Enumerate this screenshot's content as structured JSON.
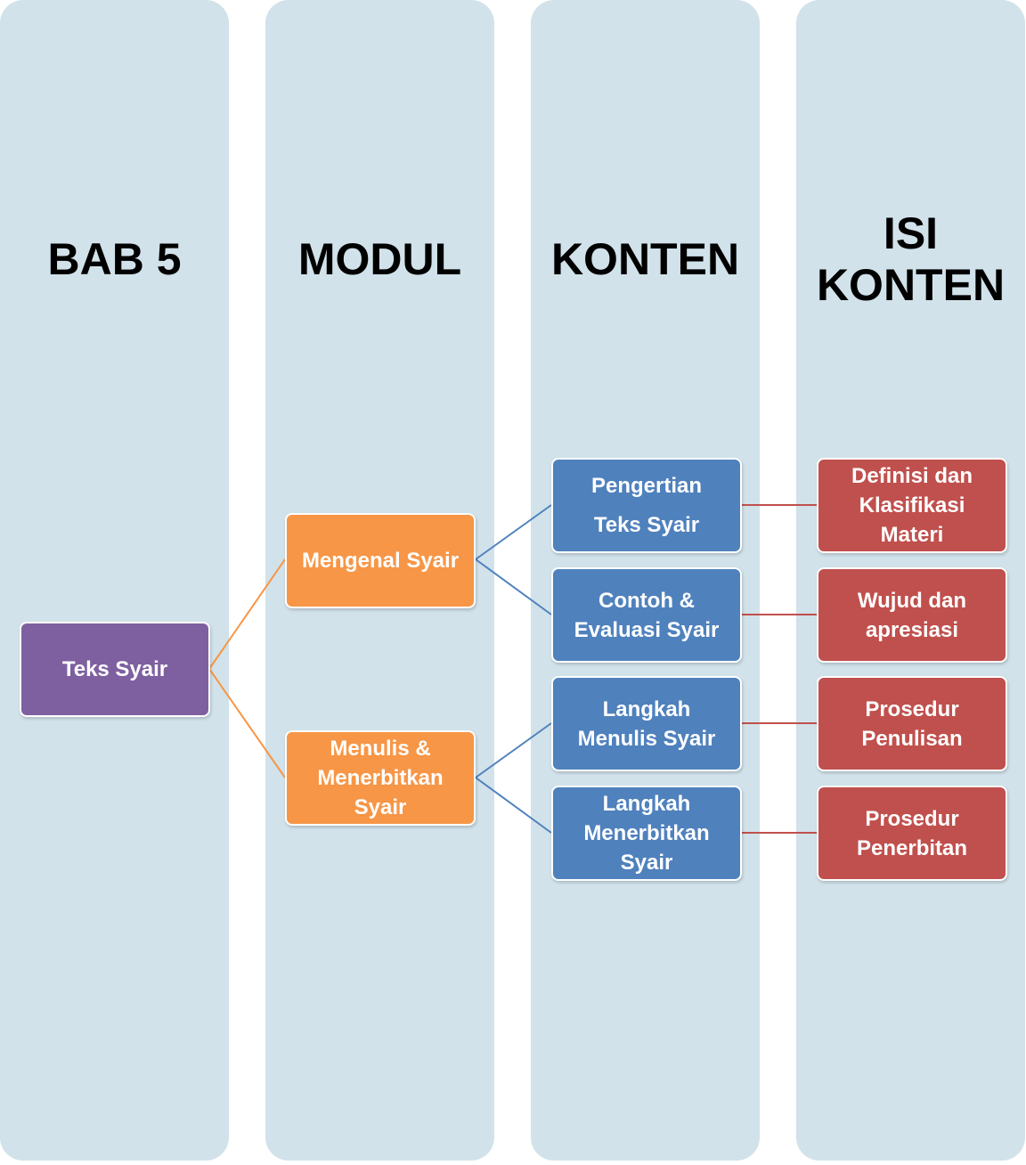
{
  "columns": [
    {
      "header": [
        "BAB 5"
      ]
    },
    {
      "header": [
        "MODUL"
      ]
    },
    {
      "header": [
        "KONTEN"
      ]
    },
    {
      "header": [
        "ISI",
        "KONTEN"
      ]
    }
  ],
  "chapter": {
    "label": "Teks Syair"
  },
  "modules": [
    {
      "label": [
        "Mengenal Syair"
      ]
    },
    {
      "label": [
        "Menulis &",
        "Menerbitkan",
        "Syair"
      ]
    }
  ],
  "contents": [
    {
      "label": [
        "Pengertian",
        "Teks Syair"
      ]
    },
    {
      "label": [
        "Contoh &",
        "Evaluasi Syair"
      ]
    },
    {
      "label": [
        "Langkah",
        "Menulis Syair"
      ]
    },
    {
      "label": [
        "Langkah",
        "Menerbitkan",
        "Syair"
      ]
    }
  ],
  "content_details": [
    {
      "label": [
        "Definisi dan",
        "Klasifikasi",
        "Materi"
      ]
    },
    {
      "label": [
        "Wujud dan",
        "apresiasi"
      ]
    },
    {
      "label": [
        "Prosedur",
        "Penulisan"
      ]
    },
    {
      "label": [
        "Prosedur",
        "Penerbitan"
      ]
    }
  ],
  "colors": {
    "column_bg": "#d1e2ea",
    "chapter": "#7e60a0",
    "module": "#f79646",
    "content": "#4f81bd",
    "detail": "#c0504d",
    "module_connector": "#f79646",
    "content_connector": "#4f81bd",
    "detail_connector": "#c0504d"
  }
}
